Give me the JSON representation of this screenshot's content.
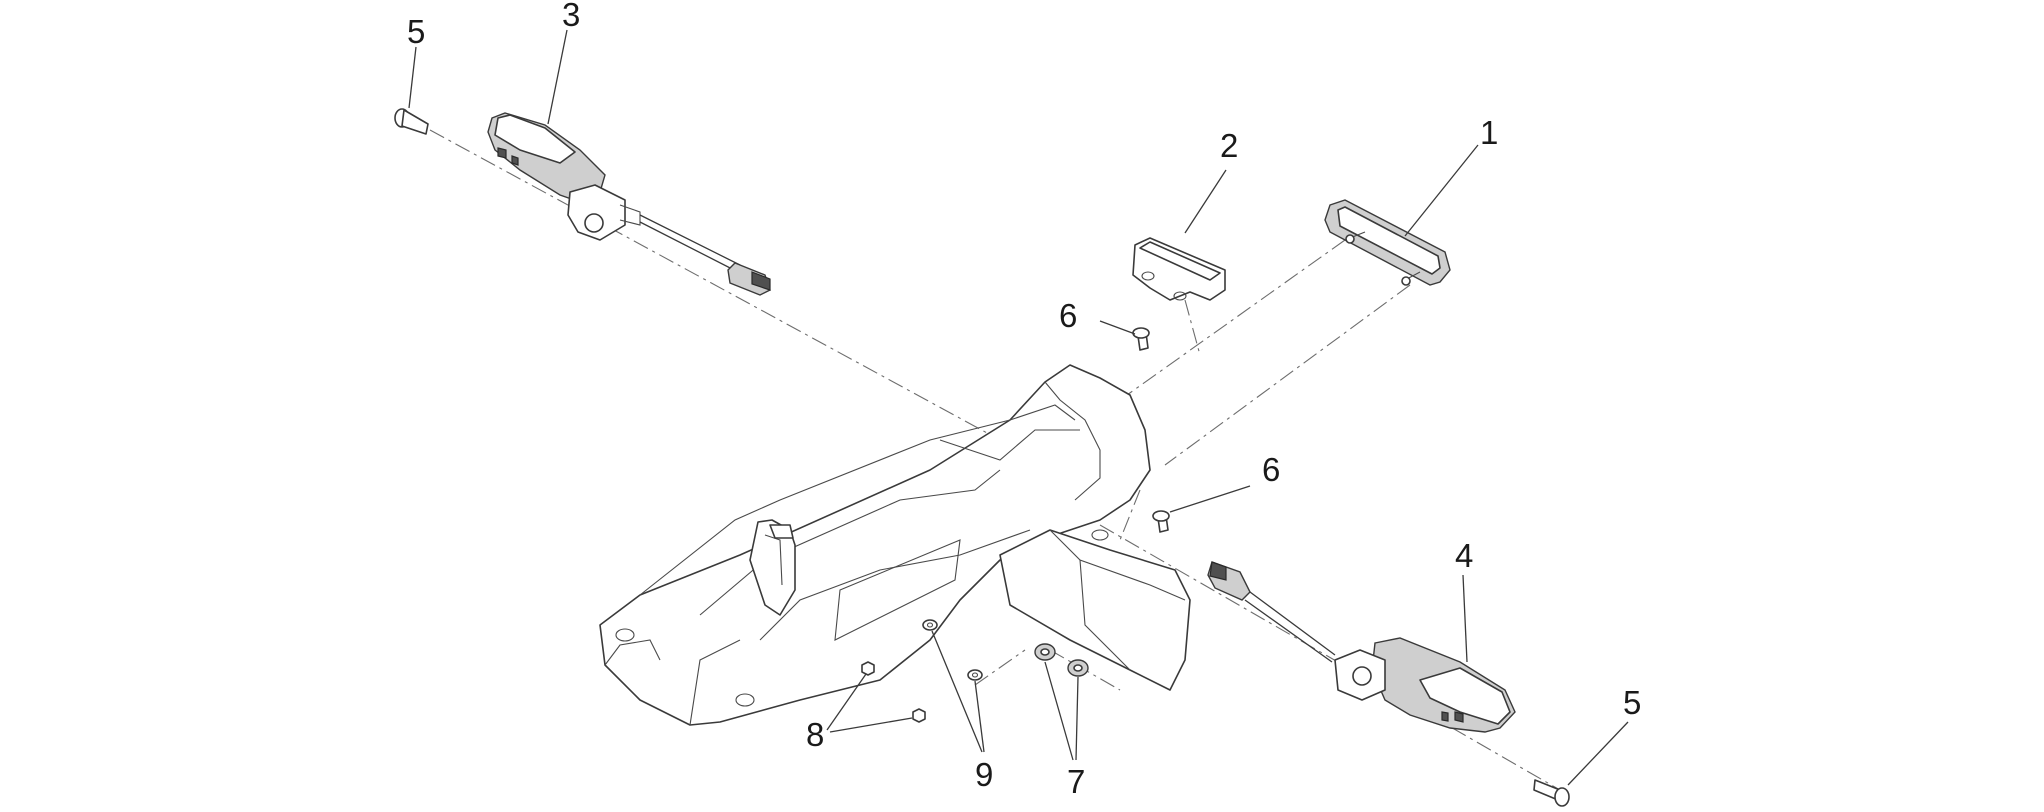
{
  "diagram": {
    "callouts": {
      "c1": "1",
      "c2": "2",
      "c3": "3",
      "c4": "4",
      "c5a": "5",
      "c5b": "5",
      "c6a": "6",
      "c6b": "6",
      "c7": "7",
      "c8": "8",
      "c9": "9"
    },
    "colors": {
      "line": "#3a3a3a",
      "axis": "#6d6d6d",
      "background": "#ffffff"
    }
  }
}
